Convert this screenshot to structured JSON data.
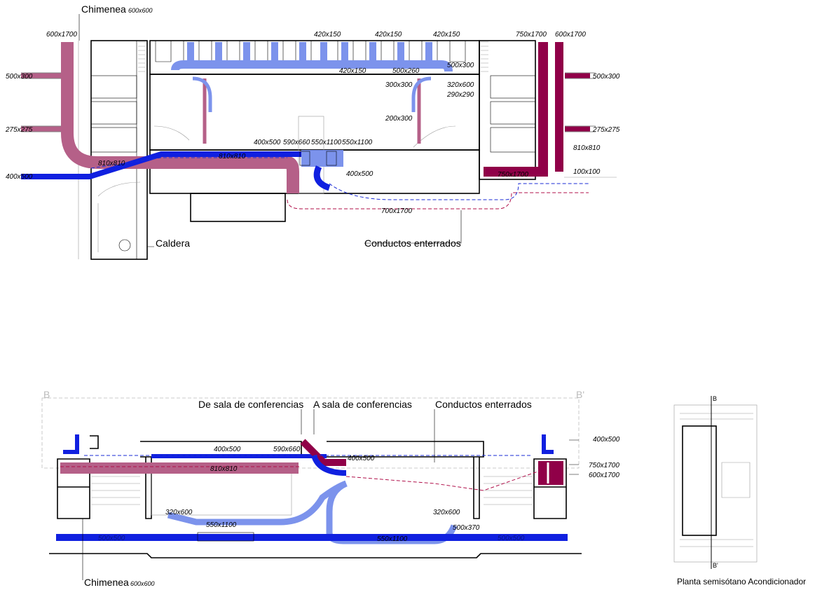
{
  "colors": {
    "supply_dark": "#1020e0",
    "supply_light": "#7c93ec",
    "return_pink": "#b56088",
    "return_dark": "#900048",
    "buried_dash_blue": "#1a2bd6",
    "buried_dash_red": "#b0104a"
  },
  "plan": {
    "chimenea": {
      "label": "Chimenea",
      "size": "600x600"
    },
    "caldera": "Caldera",
    "conductos": "Conductos enterrados",
    "dims": {
      "d1": "600x1700",
      "d2": "500x300",
      "d3": "275x275",
      "d4": "400x500",
      "d5": "810x810",
      "d6": "810x810",
      "d7": "420x150",
      "d8": "420x150",
      "d9": "420x150",
      "d10": "420x150",
      "d11": "500x260",
      "d12": "500x300",
      "d13": "300x300",
      "d14": "320x600",
      "d15": "290x290",
      "d16": "200x300",
      "d17": "400x500",
      "d18": "590x660",
      "d19": "550x1100",
      "d20": "550x1100",
      "d21": "400x500",
      "d22": "700x1700",
      "d23": "750x1700",
      "d24": "600x1700",
      "d25": "500x300",
      "d26": "275x275",
      "d27": "810x810",
      "d28": "100x100",
      "d29": "750x1700"
    }
  },
  "section": {
    "marker_left": "B",
    "marker_right": "B'",
    "de_sala": "De sala de conferencias",
    "a_sala": "A sala de conferencias",
    "conductos": "Conductos enterrados",
    "chimenea": {
      "label": "Chimenea",
      "size": "600x600"
    },
    "dims": {
      "s1": "400x500",
      "s2": "590x660",
      "s3": "400x500",
      "s4": "810x810",
      "s5": "400x500",
      "s6": "750x1700",
      "s7": "600x1700",
      "s8": "320x600",
      "s9": "550x1100",
      "s10": "320x600",
      "s11": "500x370",
      "s12": "550x1100",
      "s13": "500x500",
      "s14": "500x500"
    }
  },
  "keyplan": {
    "title": "Planta semisótano Acondicionador",
    "marker_top": "B",
    "marker_bottom": "B'"
  }
}
